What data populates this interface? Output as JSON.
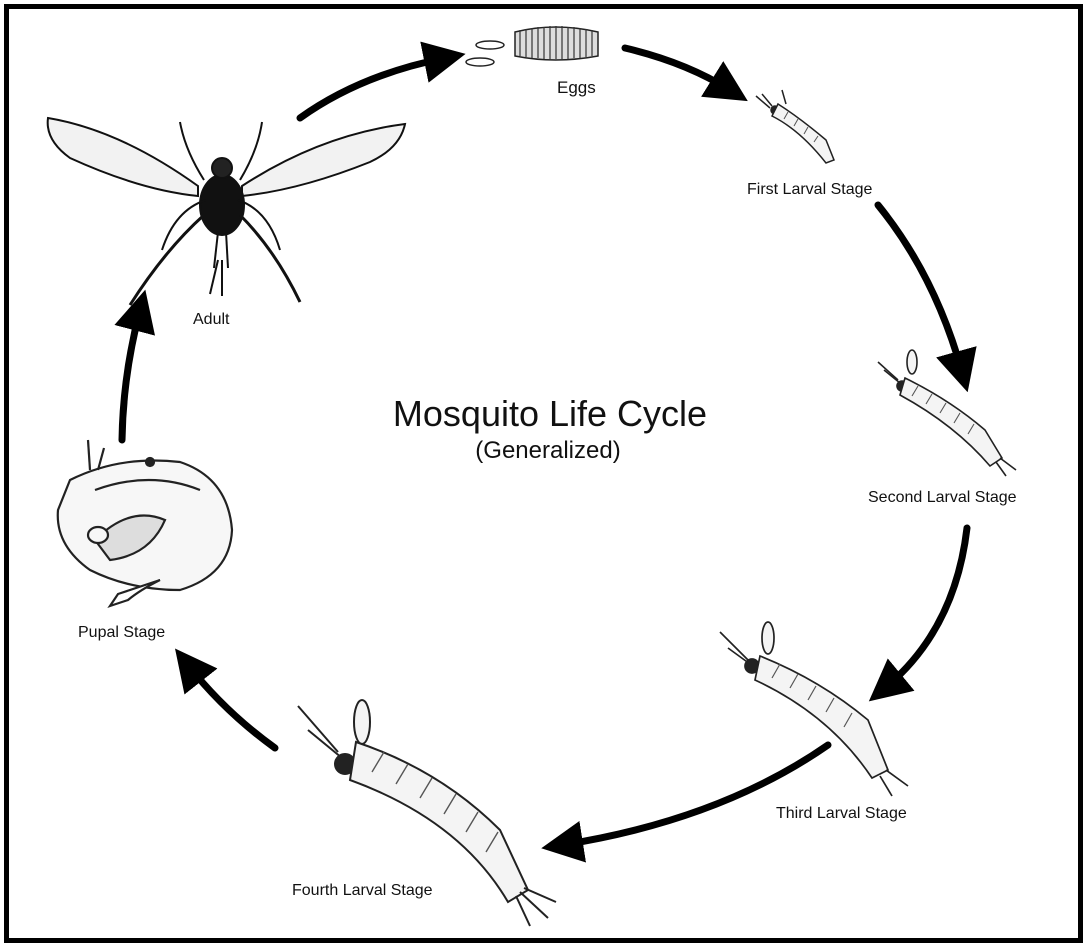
{
  "title": "Mosquito Life Cycle",
  "subtitle": "(Generalized)",
  "stages": {
    "eggs": "Eggs",
    "first_larval": "First Larval Stage",
    "second_larval": "Second Larval Stage",
    "third_larval": "Third Larval Stage",
    "fourth_larval": "Fourth Larval Stage",
    "pupal": "Pupal Stage",
    "adult": "Adult"
  },
  "colors": {
    "ink": "#000000",
    "background": "#ffffff"
  },
  "icons": [
    "egg-raft-icon",
    "first-larva-icon",
    "second-larva-icon",
    "third-larva-icon",
    "fourth-larva-icon",
    "pupa-icon",
    "adult-mosquito-icon"
  ]
}
